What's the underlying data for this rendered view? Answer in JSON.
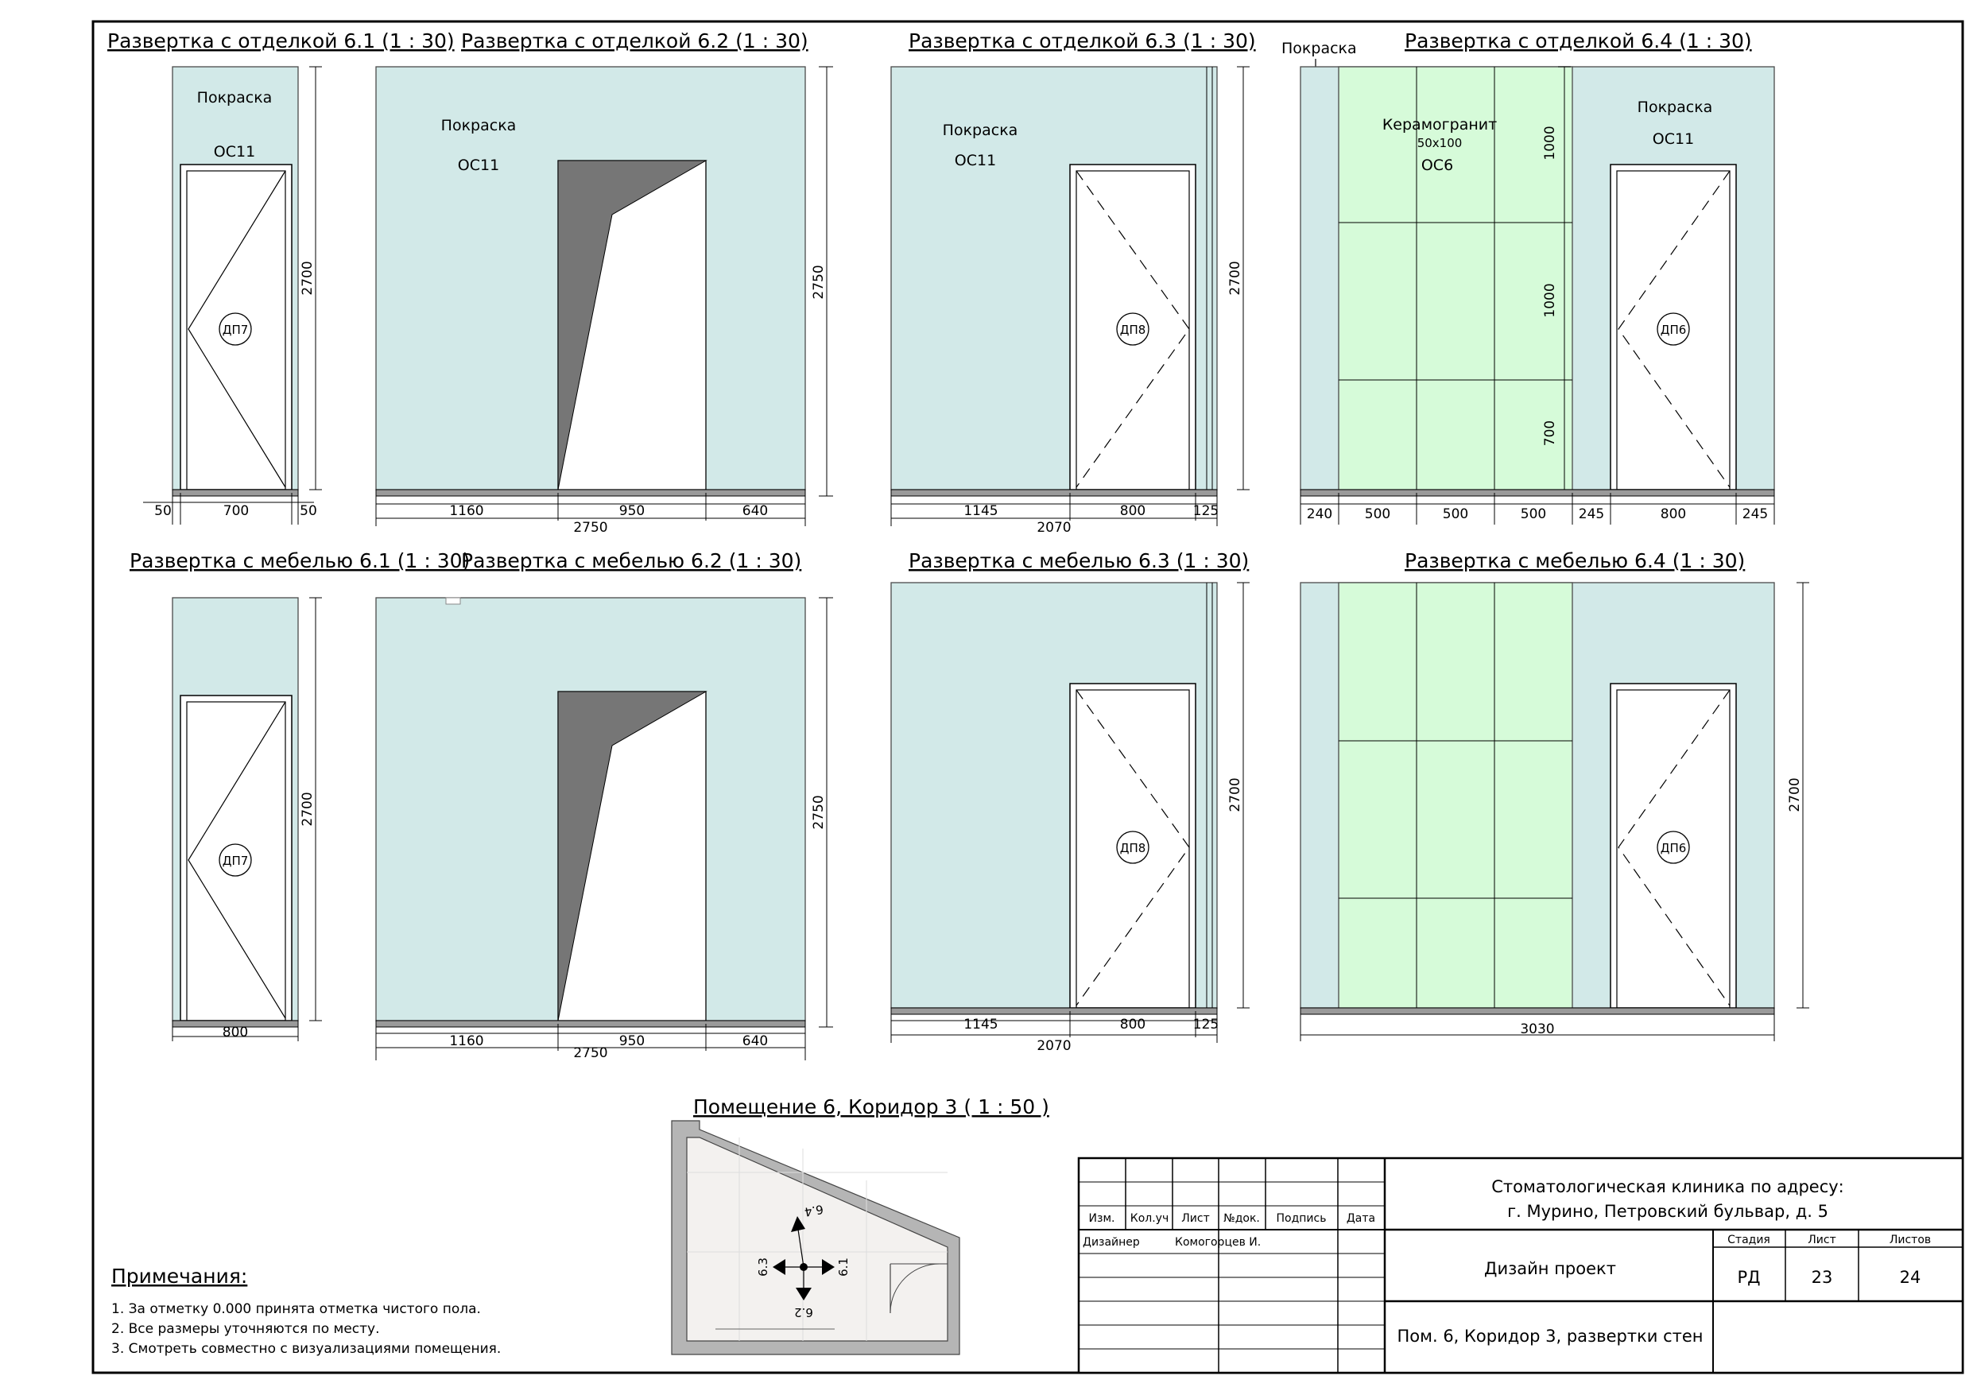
{
  "titles": {
    "f61": "Развертка с отделкой 6.1 (1 : 30)",
    "f62": "Развертка с отделкой 6.2 (1 : 30)",
    "f63": "Развертка с отделкой 6.3 (1 : 30)",
    "f64": "Развертка с отделкой 6.4 (1 : 30)",
    "m61": "Развертка с мебелью 6.1 (1 : 30)",
    "m62": "Развертка с мебелью 6.2 (1 : 30)",
    "m63": "Развертка с мебелью 6.3 (1 : 30)",
    "m64": "Развертка с мебелью 6.4 (1 : 30)",
    "plan": "Помещение 6, Коридор 3 ( 1 : 50 )"
  },
  "finishes": {
    "paint": "Покраска",
    "paint_code": "ОС11",
    "tile_name": "Керамогранит",
    "tile_size": "50х100",
    "tile_code": "ОС6"
  },
  "doors": {
    "d61": "ДП7",
    "d63": "ДП8",
    "d64": "ДП6"
  },
  "dims": {
    "h2700": "2700",
    "h2750": "2750",
    "h1000": "1000",
    "h700": "700",
    "w50": "50",
    "w700": "700",
    "w800": "800",
    "w1160": "1160",
    "w950": "950",
    "w640": "640",
    "w2750": "2750",
    "w1145": "1145",
    "w125": "125",
    "w2070": "2070",
    "w240": "240",
    "w500": "500",
    "w245": "245",
    "w3030": "3030"
  },
  "plan_marks": {
    "m61": "6.1",
    "m62": "6.2",
    "m63": "6.3",
    "m64": "6.4"
  },
  "notes": {
    "heading": "Примечания:",
    "items": [
      "1.  За отметку 0.000 принята отметка чистого пола.",
      "2.  Все размеры уточняются по месту.",
      "3.  Смотреть совместно с визуализациями помещения."
    ]
  },
  "title_block": {
    "project": "Стоматологическая клиника по адресу:",
    "address": "г. Мурино, Петровский бульвар, д. 5",
    "doc_type": "Дизайн проект",
    "sheet_title": "Пом. 6, Коридор 3, развертки стен",
    "col_izm": "Изм.",
    "col_koluch": "Кол.уч",
    "col_list": "Лист",
    "col_ndok": "№док.",
    "col_podpis": "Подпись",
    "col_data": "Дата",
    "role": "Дизайнер",
    "name": "Комогорцев И.",
    "stage_label": "Стадия",
    "sheet_label": "Лист",
    "sheets_label": "Листов",
    "stage": "РД",
    "sheet": "23",
    "sheets": "24"
  }
}
